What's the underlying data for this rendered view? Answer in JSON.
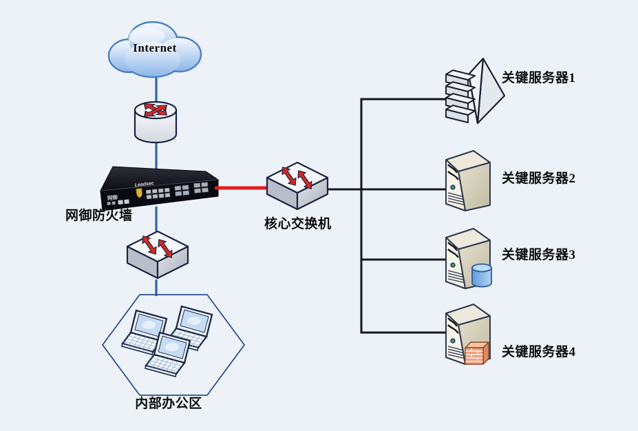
{
  "diagram_title": "network-topology",
  "colors": {
    "background": "#edf2f8",
    "link_blue": "#2e63b0",
    "link_dark": "#16161e",
    "link_red": "#e41b1b",
    "arrow_red": "#d32727",
    "outline_navy": "#1a2340",
    "server_beige": "#f5f2e7",
    "db_blue": "#6aa6e0",
    "brick_orange": "#f2a080"
  },
  "nodes": {
    "internet": {
      "label": "Internet"
    },
    "firewall": {
      "label": "网御防火墙",
      "brand": "Leadsec",
      "panel_text": "网御"
    },
    "core_switch": {
      "label": "核心交换机"
    },
    "office": {
      "label": "内部办公区"
    },
    "servers": [
      {
        "label": "关键服务器1"
      },
      {
        "label": "关键服务器2"
      },
      {
        "label": "关键服务器3"
      },
      {
        "label": "关键服务器4"
      }
    ]
  }
}
